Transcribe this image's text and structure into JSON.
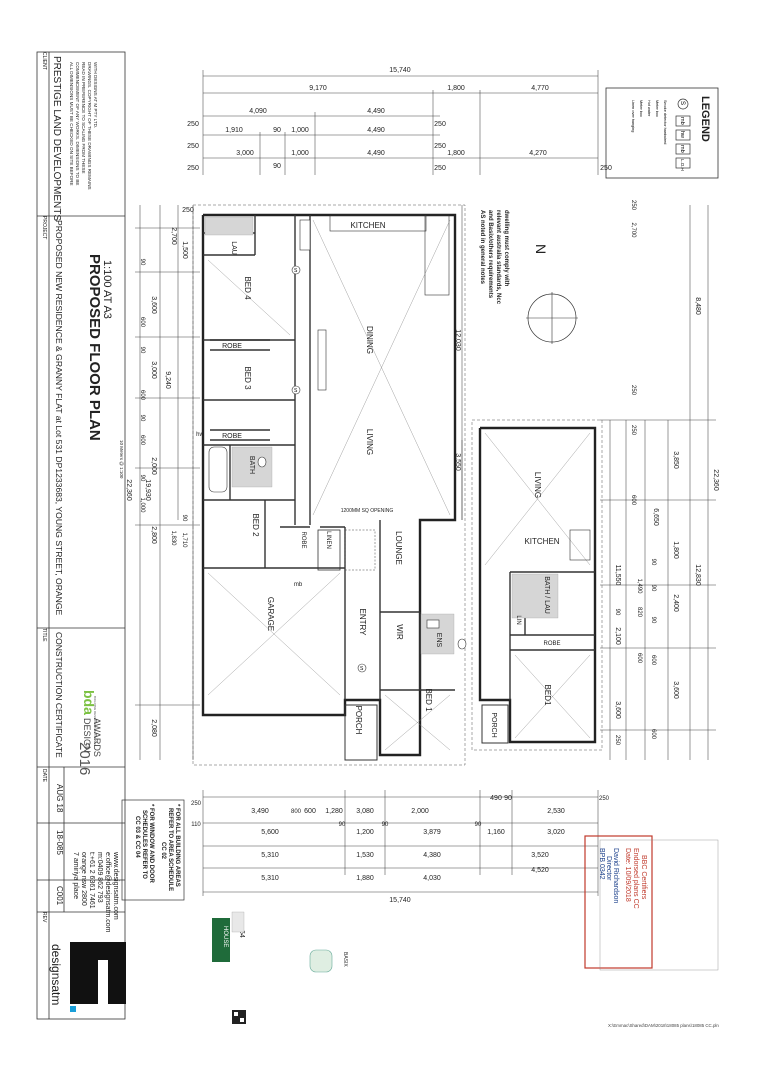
{
  "title_block": {
    "client_label": "CLIENT",
    "client": "PRESTIGE LAND DEVELOPMENTS",
    "project_label": "PROJECT",
    "project": "PROPOSED NEW RESIDENCE & GRANNY FLAT at Lot 531 DP1233683, YOUNG STREET, ORANGE",
    "drawing_title": "PROPOSED FLOOR PLAN",
    "scale": "1:100 AT A3",
    "title_label": "TITLE",
    "title": "CONSTRUCTION CERTIFICATE",
    "date_label": "DATE",
    "date": "AUG 18",
    "job_no": "18-085",
    "sheet_no": "C001",
    "rev_label": "REV",
    "scale_bar": "10 Meters @ 1:100",
    "award_1": "DESIGN",
    "award_2": "AWARDS",
    "award_year": "2016",
    "award_logo": "bda",
    "award_org": "BUILDING DESIGNERS AUSTRALIA",
    "brand": "designsatm",
    "address_1": "7 amiriya place",
    "address_2": "orange nsw 2800",
    "phone_1": "t:+61 2 6361 7461",
    "phone_2": "m:0409 862 793",
    "email": "e:office@designsatm.com",
    "web": "www.designsatm.com",
    "notes": [
      "ALL DIMENSIONS MUST BE CHECKED ON SITE BEFORE",
      "COMMENCEMENT OF ANY WORKS. DIMENSIONS TO BE",
      "READ IN PREFERENCE TO SCALING FROM THESE",
      "DRAWINGS. COPYRIGHT OF THESE DRAWINGS REMAINS",
      "WITH DESIGNS AT M PTY LTD."
    ]
  },
  "legend": {
    "title": "LEGEND",
    "items": [
      {
        "symbol": "S",
        "text": "Smoke detector hardwired"
      },
      {
        "symbol": "mb",
        "text": "Meter box"
      },
      {
        "symbol": "hw",
        "text": "Hot water"
      },
      {
        "symbol": "mb",
        "text": "Meter box"
      },
      {
        "symbol": "L.O.H",
        "text": "Linen over hanging"
      }
    ],
    "north": "N",
    "compliance_note": [
      "dwelling must comply with",
      "relevant australia standards, Ncc",
      "and Basix/others requirements",
      "AS noted in general notes"
    ]
  },
  "plan": {
    "rooms": {
      "kitchen": "KITCHEN",
      "lau": "LAU",
      "bed4": "BED 4",
      "robe1": "ROBE",
      "dining": "DINING",
      "bed3": "BED 3",
      "robe2": "ROBE",
      "living": "LIVING",
      "bath": "BATH",
      "bed2": "BED 2",
      "robe3": "ROBE",
      "linen": "LINEN",
      "lounge": "LOUNGE",
      "garage": "GARAGE",
      "entry": "ENTRY",
      "wir": "WIR",
      "ens": "ENS",
      "bed1": "BED 1",
      "porch": "PORCH",
      "gf_living": "LIVING",
      "gf_kitchen": "KITCHEN",
      "gf_bath": "BATH / LAU",
      "gf_lin": "LIN",
      "gf_robe": "ROBE",
      "gf_bed1": "BED1",
      "gf_porch": "PORCH"
    },
    "opening_note": "1200MM SQ OPENING",
    "hw": "hw",
    "mb": "mb",
    "smoke": "S"
  },
  "dimensions": {
    "top_overall": "15,740",
    "top_r1": [
      "9,170",
      "1,800",
      "4,770"
    ],
    "top_r2": [
      "4,090",
      "4,490"
    ],
    "top_r3": [
      "1,910",
      "90",
      "1,000",
      "4,490"
    ],
    "top_r4": [
      "3,000",
      "90",
      "1,000",
      "4,490",
      "1,800",
      "4,270"
    ],
    "top_edge": [
      "250",
      "250",
      "250",
      "250",
      "250",
      "250",
      "250",
      "250"
    ],
    "left_overall": "22,360",
    "left_outer": "19,930",
    "left_mid": "9,240",
    "left_segments": [
      "1,500",
      "2,700",
      "3,600",
      "3,000",
      "2,000",
      "2,800",
      "2,080"
    ],
    "left_small": [
      "90",
      "600",
      "90",
      "600",
      "90",
      "600",
      "1,000",
      "90",
      "1,830",
      "1,710",
      "90"
    ],
    "mid_vertical": [
      "12,030",
      "3,550"
    ],
    "right_overall": "22,360",
    "right_r1": [
      "8,480",
      "12,830"
    ],
    "right_r2": [
      "6,650",
      "11,550"
    ],
    "right_r3": [
      "3,850",
      "1,800",
      "2,400",
      "2,100",
      "3,600",
      "3,600"
    ],
    "right_small": [
      "250",
      "2,700",
      "250",
      "250",
      "600",
      "90",
      "90",
      "1,490",
      "820",
      "90",
      "90",
      "600",
      "600",
      "600",
      "250"
    ],
    "bottom_r1": [
      "3,490",
      "600",
      "1,280",
      "3,080",
      "2,000",
      "490",
      "90",
      "2,530"
    ],
    "bottom_r2": [
      "5,600",
      "1,200",
      "3,879",
      "1,160",
      "3,020"
    ],
    "bottom_r3": [
      "5,310",
      "1,530",
      "4,380",
      "3,520"
    ],
    "bottom_r4": [
      "5,310",
      "1,880",
      "4,030",
      "4,520"
    ],
    "bottom_overall": "15,740",
    "bottom_small": [
      "250",
      "110",
      "800",
      "90",
      "90",
      "90",
      "250"
    ]
  },
  "notes_box": [
    "* FOR ALL BUILDING AREAS",
    "REFER TO AREA SCHEDULE",
    "CC 02",
    "* FOR WINDOW AND DOOR",
    "SCHEDULES REFER TO",
    "CC 03 & CC 04"
  ],
  "stamp": {
    "line_1": "BBC Certifiers",
    "line_2": "Endorsed plans CC",
    "line_3": "Date: 10/09/2018",
    "line_4": "David Richardson",
    "line_5": "Director",
    "line_6": "BPB 0342"
  },
  "basix": {
    "badge": "HOUSE",
    "number": "64",
    "label": "BASIX"
  },
  "file_path": "X:\\Emmac\\Shared\\DAM\\2018\\18085 plans\\18085 CC.pln"
}
